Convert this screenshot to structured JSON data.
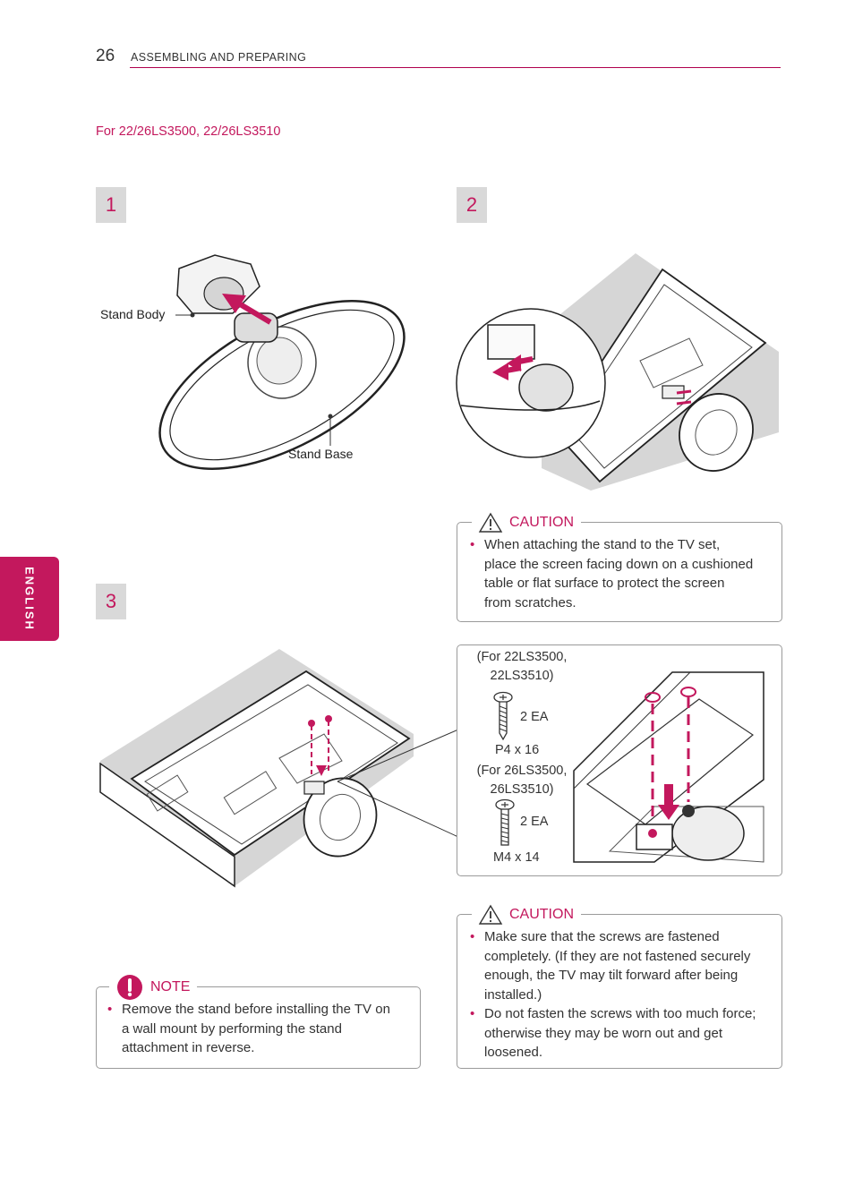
{
  "header": {
    "page_number": "26",
    "section_title": "ASSEMBLING AND PREPARING",
    "model_title": "For 22/26LS3500, 22/26LS3510"
  },
  "side_tab": {
    "label": "ENGLISH"
  },
  "steps": [
    {
      "number": "1",
      "labels": {
        "stand_body": "Stand Body",
        "stand_base": "Stand Base"
      }
    },
    {
      "number": "2"
    },
    {
      "number": "3"
    }
  ],
  "caution1": {
    "title": "CAUTION",
    "items": [
      "When attaching the stand to the TV set, place the screen facing down on a cushioned table or flat surface to protect the screen from scratches."
    ]
  },
  "screws": {
    "group1": {
      "model_line1": "(For 22LS3500,",
      "model_line2": "22LS3510)",
      "qty": "2 EA",
      "size": "P4 x 16"
    },
    "group2": {
      "model_line1": "(For 26LS3500,",
      "model_line2": "26LS3510)",
      "qty": "2 EA",
      "size": "M4 x 14"
    }
  },
  "caution2": {
    "title": "CAUTION",
    "items": [
      "Make sure that the screws are fastened completely. (If they are not fastened securely enough, the TV may tilt forward after being installed.)",
      "Do not fasten the screws with too much force; otherwise they may be worn out and get loosened."
    ]
  },
  "note": {
    "title": "NOTE",
    "items": [
      "Remove the stand before installing the TV on a wall mount by performing the stand attachment in reverse."
    ]
  },
  "colors": {
    "accent": "#c3185d",
    "step_bg": "#d9d9d9",
    "border": "#9a9a9a"
  }
}
